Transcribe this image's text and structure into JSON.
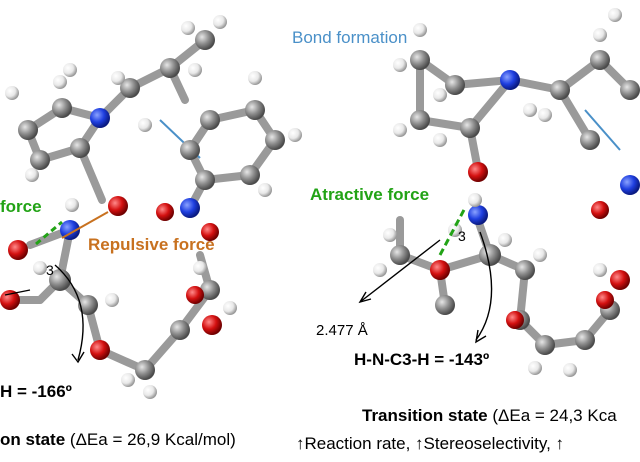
{
  "left_panel": {
    "force_label": "force",
    "repulsive_label": "Repulsive force",
    "angle_number": "3",
    "dihedral": "H = -166º",
    "caption_bold": "on state",
    "caption_rest": " (ΔEa = 26,9 Kcal/mol)"
  },
  "right_panel": {
    "bond_formation": "Bond formation",
    "attractive_label": "Atractive force",
    "angle_number": "3",
    "distance": "2.477 Å",
    "dihedral": "H-N-C3-H = -143º",
    "caption_bold": "Transition state",
    "caption_rest": " (ΔEa = 24,3 Kca",
    "effects": "↑Reaction rate, ↑Stereoselectivity, ↑"
  },
  "colors": {
    "carbon": "#8c8c8c",
    "hydrogen": "#f2f2f2",
    "nitrogen": "#1f3fe0",
    "oxygen": "#d41010",
    "bond_formation": "#4a90c8",
    "attractive": "#22a316",
    "repulsive": "#c8711f"
  }
}
